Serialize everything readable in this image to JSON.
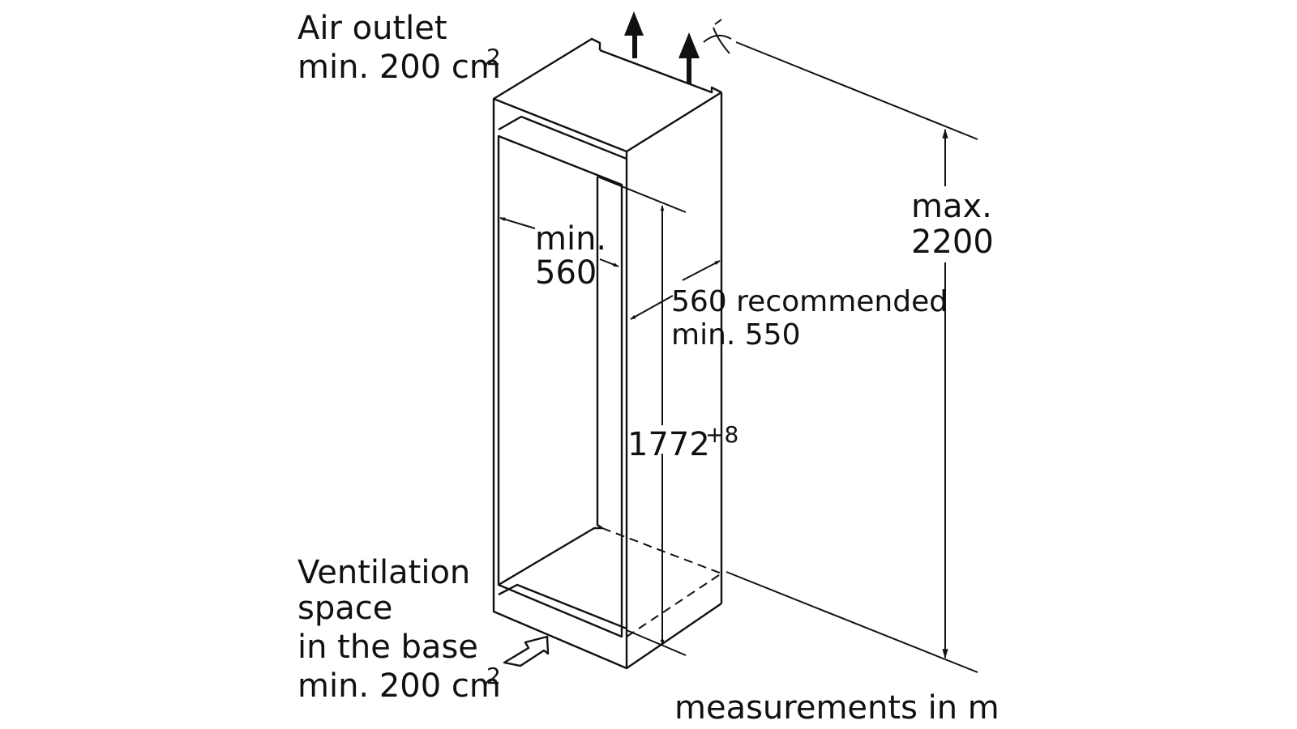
{
  "labels": {
    "air_outlet_line1": "Air outlet",
    "air_outlet_line2": "min. 200 cm",
    "air_outlet_sup": "2",
    "width_line1": "min.",
    "width_line2": "560",
    "depth_line1": "560 recommended",
    "depth_line2": "min. 550",
    "height_value": "1772",
    "height_tolerance": "+8",
    "max_height_line1": "max.",
    "max_height_line2": "2200",
    "ventilation_line1": "Ventilation",
    "ventilation_line2": "space",
    "ventilation_line3": "in the base",
    "ventilation_line4": "min. 200 cm",
    "ventilation_sup": "2",
    "footer": "measurements in m"
  },
  "icons": [
    "air-flow-arrow-icon",
    "air-inlet-arrow-icon",
    "ceiling-symbol-icon"
  ],
  "colors": {
    "line": "#111111",
    "background": "#ffffff"
  }
}
